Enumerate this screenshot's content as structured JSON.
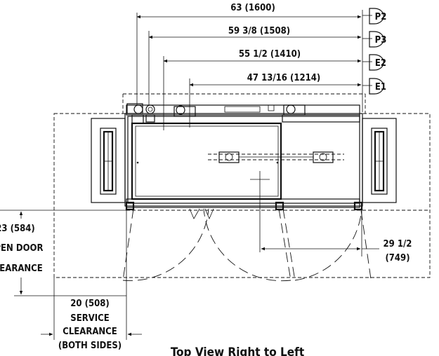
{
  "dimensions": {
    "p2": "63 (1600)",
    "p3": "59 3/8 (1508)",
    "e2": "55 1/2 (1410)",
    "e1": "47 13/16 (1214)"
  },
  "callouts": {
    "p2": "P2",
    "p3": "P3",
    "e2": "E2",
    "e1": "E1"
  },
  "door_clearance": {
    "line1": "23 (584)",
    "line2": "OPEN DOOR",
    "line3": "CLEARANCE"
  },
  "service_clearance": {
    "line1": "20 (508)",
    "line2": "SERVICE",
    "line3": "CLEARANCE",
    "line4": "(BOTH SIDES)"
  },
  "center_offset": {
    "line1": "29 1/2",
    "line2": "(749)"
  },
  "caption": "Top View Right to Left"
}
